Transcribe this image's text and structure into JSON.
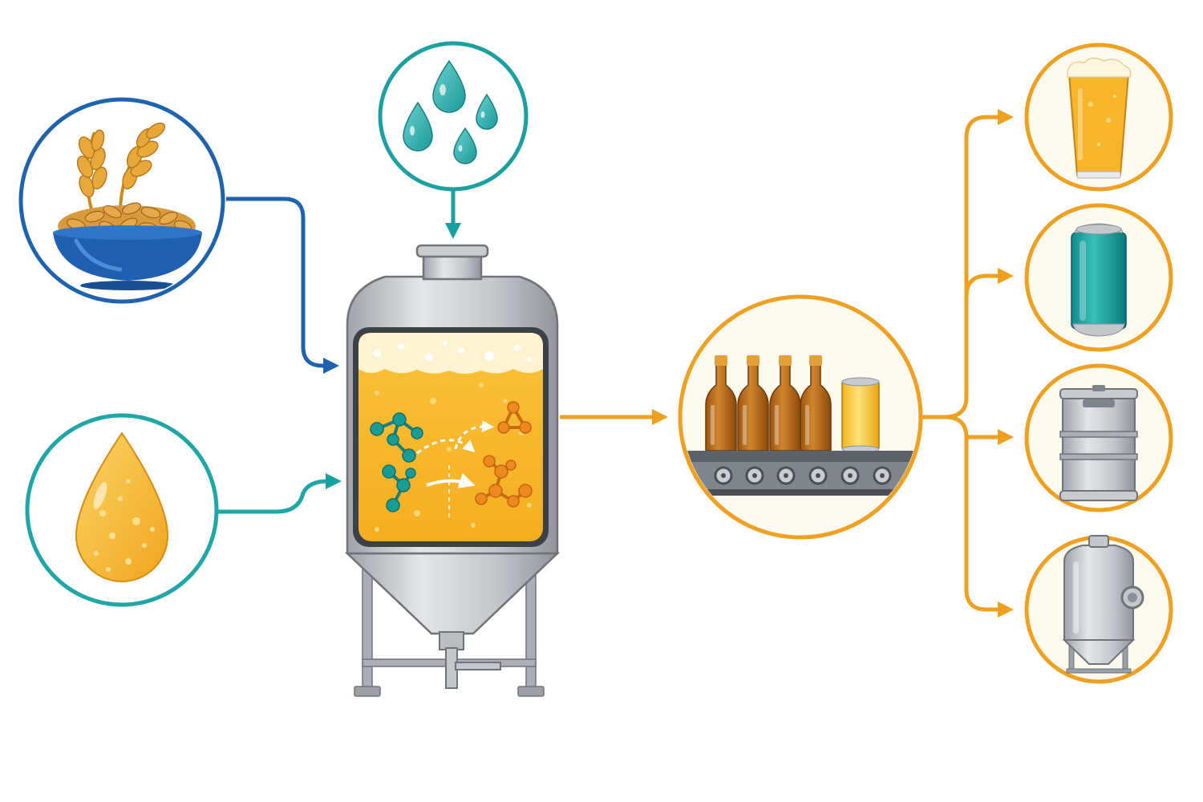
{
  "diagram": {
    "kind": "beer fermentation process flow",
    "colors": {
      "grain": "#1f63b0",
      "water": "#1aa0a0",
      "oil": "#1fa6a6",
      "output": "#f0a020",
      "beer": "#f7b52a",
      "steel": "#b7bcc2",
      "molecule_in": "#1a9c96",
      "molecule_out": "#ee8a1c"
    },
    "inputs": [
      {
        "id": "grain",
        "icon": "grain-bowl-icon",
        "color": "#1f63b0"
      },
      {
        "id": "water",
        "icon": "water-drops-icon",
        "color": "#1aa0a0"
      },
      {
        "id": "oil",
        "icon": "oil-drop-icon",
        "color": "#1fa6a6"
      }
    ],
    "process": {
      "id": "fermenter",
      "icon": "fermentation-tank-icon"
    },
    "packaging": {
      "id": "bottling-line",
      "icon": "conveyor-bottles-icon"
    },
    "outputs": [
      {
        "id": "glass",
        "icon": "beer-glass-icon"
      },
      {
        "id": "can",
        "icon": "beer-can-icon"
      },
      {
        "id": "keg",
        "icon": "keg-icon"
      },
      {
        "id": "tank",
        "icon": "bright-tank-icon"
      }
    ]
  }
}
